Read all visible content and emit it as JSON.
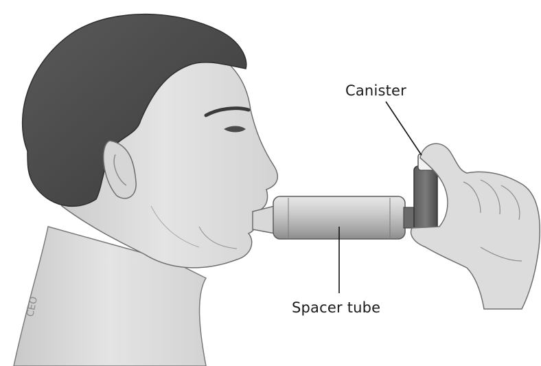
{
  "figure": {
    "callouts": {
      "canister": "Canister",
      "spacer_tube": "Spacer tube"
    },
    "artist_mark": "CEO"
  }
}
